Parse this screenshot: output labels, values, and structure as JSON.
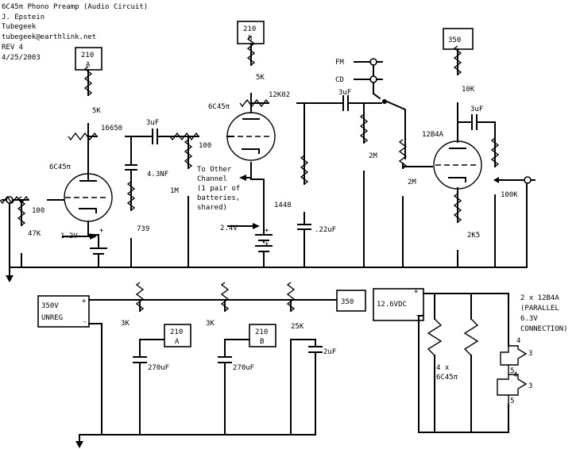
{
  "header": {
    "title": "6C45π Phono Preamp (Audio Circuit)",
    "author": "J. Epstein",
    "handle": "Tubegeek",
    "email": "tubegeek@earthlink.net",
    "revision": "REV 4",
    "date": "4/25/2003"
  },
  "supply_boxes": {
    "b_210a": [
      "210",
      "A"
    ],
    "b_210b": [
      "210",
      "B"
    ],
    "b_350": "350",
    "b_350_bottom": "350",
    "b_210a_bottom": [
      "210",
      "A"
    ],
    "b_210b_bottom": [
      "210",
      "B"
    ]
  },
  "tubes": {
    "stage1": "6C45π",
    "stage2": "6C45π",
    "output": "12B4A"
  },
  "components": {
    "r_5k_1": "5K",
    "r_16650": "16650",
    "c_3uf_1": "3uF",
    "r_100_in": "100",
    "r_47k": "47K",
    "bias_1": "1.2V",
    "c_4_3nf": "4.3NF",
    "r_739": "739",
    "r_1m": "1M",
    "r_100_g2": "100",
    "r_5k_2": "5K",
    "r_12k02": "12K02",
    "c_3uf_2": "3uF",
    "r_1448": "1448",
    "c_22uf": ".22uF",
    "bias_2": "2.4V",
    "r_2m_1": "2M",
    "r_2m_2": "2M",
    "r_10k": "10K",
    "c_3uf_3": "3uF",
    "r_2k5": "2K5",
    "r_100k": "100K"
  },
  "inputs": {
    "fm": "FM",
    "cd": "CD"
  },
  "note_other_channel": [
    "To Other",
    "Channel",
    "(1 pair of",
    "batteries,",
    "shared)"
  ],
  "power_supply": {
    "unreg": [
      "350V",
      "UNREG"
    ],
    "plus": "+",
    "minus": "-",
    "r_3k_1": "3K",
    "r_3k_2": "3K",
    "c_270uf_1": "270uF",
    "c_270uf_2": "270uF",
    "r_25k": "25K",
    "c_2uf": "2uF"
  },
  "heater_supply": {
    "source": "12.6VDC",
    "plus": "+",
    "minus": "-",
    "count_label": [
      "4 x",
      "6C45π"
    ],
    "parallel_note": [
      "2 x 12B4A",
      "(PARALLEL",
      "6.3V",
      "CONNECTION)"
    ],
    "pin_labels": [
      "4",
      "3",
      "5",
      "4",
      "3",
      "5"
    ]
  }
}
